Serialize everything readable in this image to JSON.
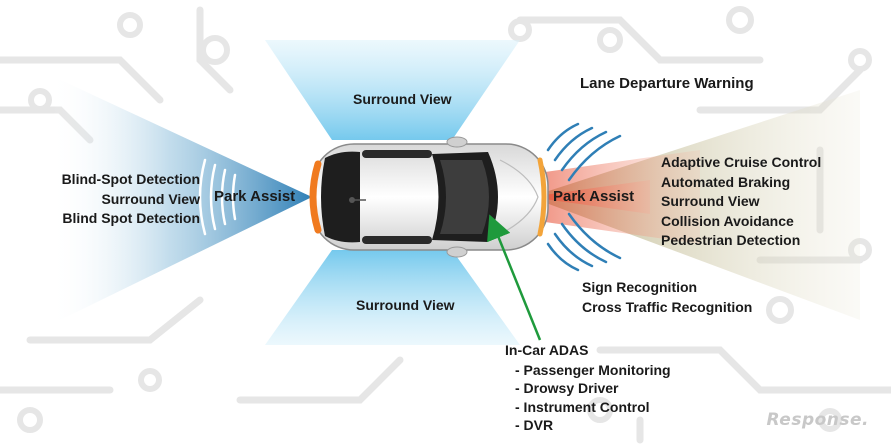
{
  "labels": {
    "surround_view_top": "Surround View",
    "surround_view_bottom": "Surround View",
    "park_assist_rear": "Park Assist",
    "park_assist_front": "Park Assist",
    "lane_departure": "Lane Departure Warning",
    "rear_list": [
      "Blind-Spot Detection",
      "Surround View",
      "Blind Spot Detection"
    ],
    "front_list": [
      "Adaptive Cruise Control",
      "Automated Braking",
      "Surround View",
      "Collision Avoidance",
      "Pedestrian Detection"
    ],
    "side_front_list": [
      "Sign Recognition",
      "Cross Traffic Recognition"
    ],
    "in_car": {
      "title": "In-Car ADAS",
      "items": [
        "- Passenger Monitoring",
        "- Drowsy Driver",
        "- Instrument Control",
        "- DVR"
      ]
    }
  },
  "logo": "Response.",
  "colors": {
    "rear_beam": "#2f7fb6",
    "side_beam": "#8fd3f0",
    "front_red": "#e8543a",
    "front_olive": "#b8b084",
    "arrow": "#1f9a3c"
  }
}
